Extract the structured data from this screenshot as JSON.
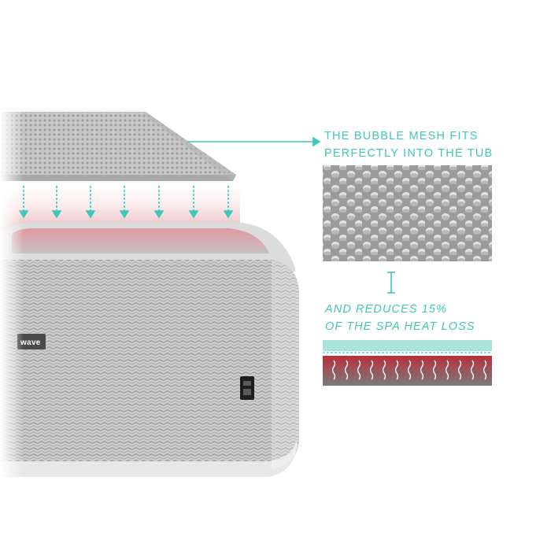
{
  "callout_top": {
    "line1": "THE BUBBLE MESH FITS",
    "line2": "PERFECTLY INTO THE TUB"
  },
  "callout_bottom": {
    "line1": "AND REDUCES 15%",
    "line2": "OF THE SPA HEAT LOSS"
  },
  "brand_label": "wave",
  "colors": {
    "accent": "#3fc7b8",
    "heat": "#c0303a",
    "tub": "#d9d9d9"
  },
  "icons": [
    "arrow-down-icon",
    "fastener-buckle-icon",
    "heat-wave-icon"
  ]
}
